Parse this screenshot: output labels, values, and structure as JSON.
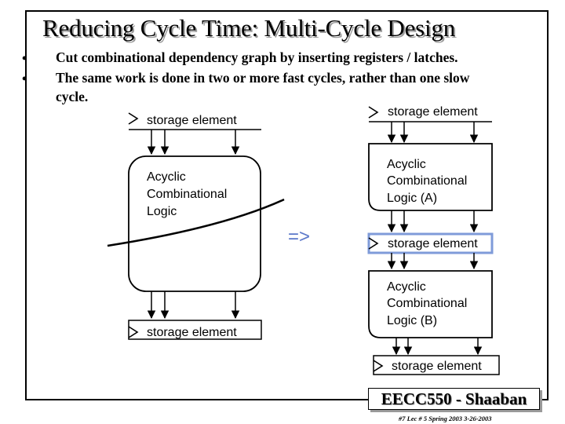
{
  "slide": {
    "title": "Reducing Cycle Time:  Multi-Cycle Design",
    "bullets": [
      {
        "marker": "•",
        "line1": "Cut combinational dependency graph by inserting registers / latches.",
        "line2": ""
      },
      {
        "marker": "•",
        "line1": "The same work is done in two or more fast cycles, rather than one slow",
        "line2": "cycle."
      }
    ]
  },
  "left_diagram": {
    "top_register": "storage element",
    "logic": [
      "Acyclic",
      "Combinational",
      "Logic"
    ],
    "bottom_register": "storage element"
  },
  "transform_arrow": "=>",
  "right_diagram": {
    "top_register": "storage element",
    "logic_a": [
      "Acyclic",
      "Combinational",
      "Logic (A)"
    ],
    "middle_register": "storage element",
    "logic_b": [
      "Acyclic",
      "Combinational",
      "Logic (B)"
    ],
    "bottom_register": "storage element"
  },
  "footer": {
    "course": "EECC550 - Shaaban",
    "subline": "#7   Lec # 5  Spring 2003  3-26-2003"
  },
  "colors": {
    "highlight_border": "#7f9bd9",
    "arrow_text": "#5b78c9"
  }
}
